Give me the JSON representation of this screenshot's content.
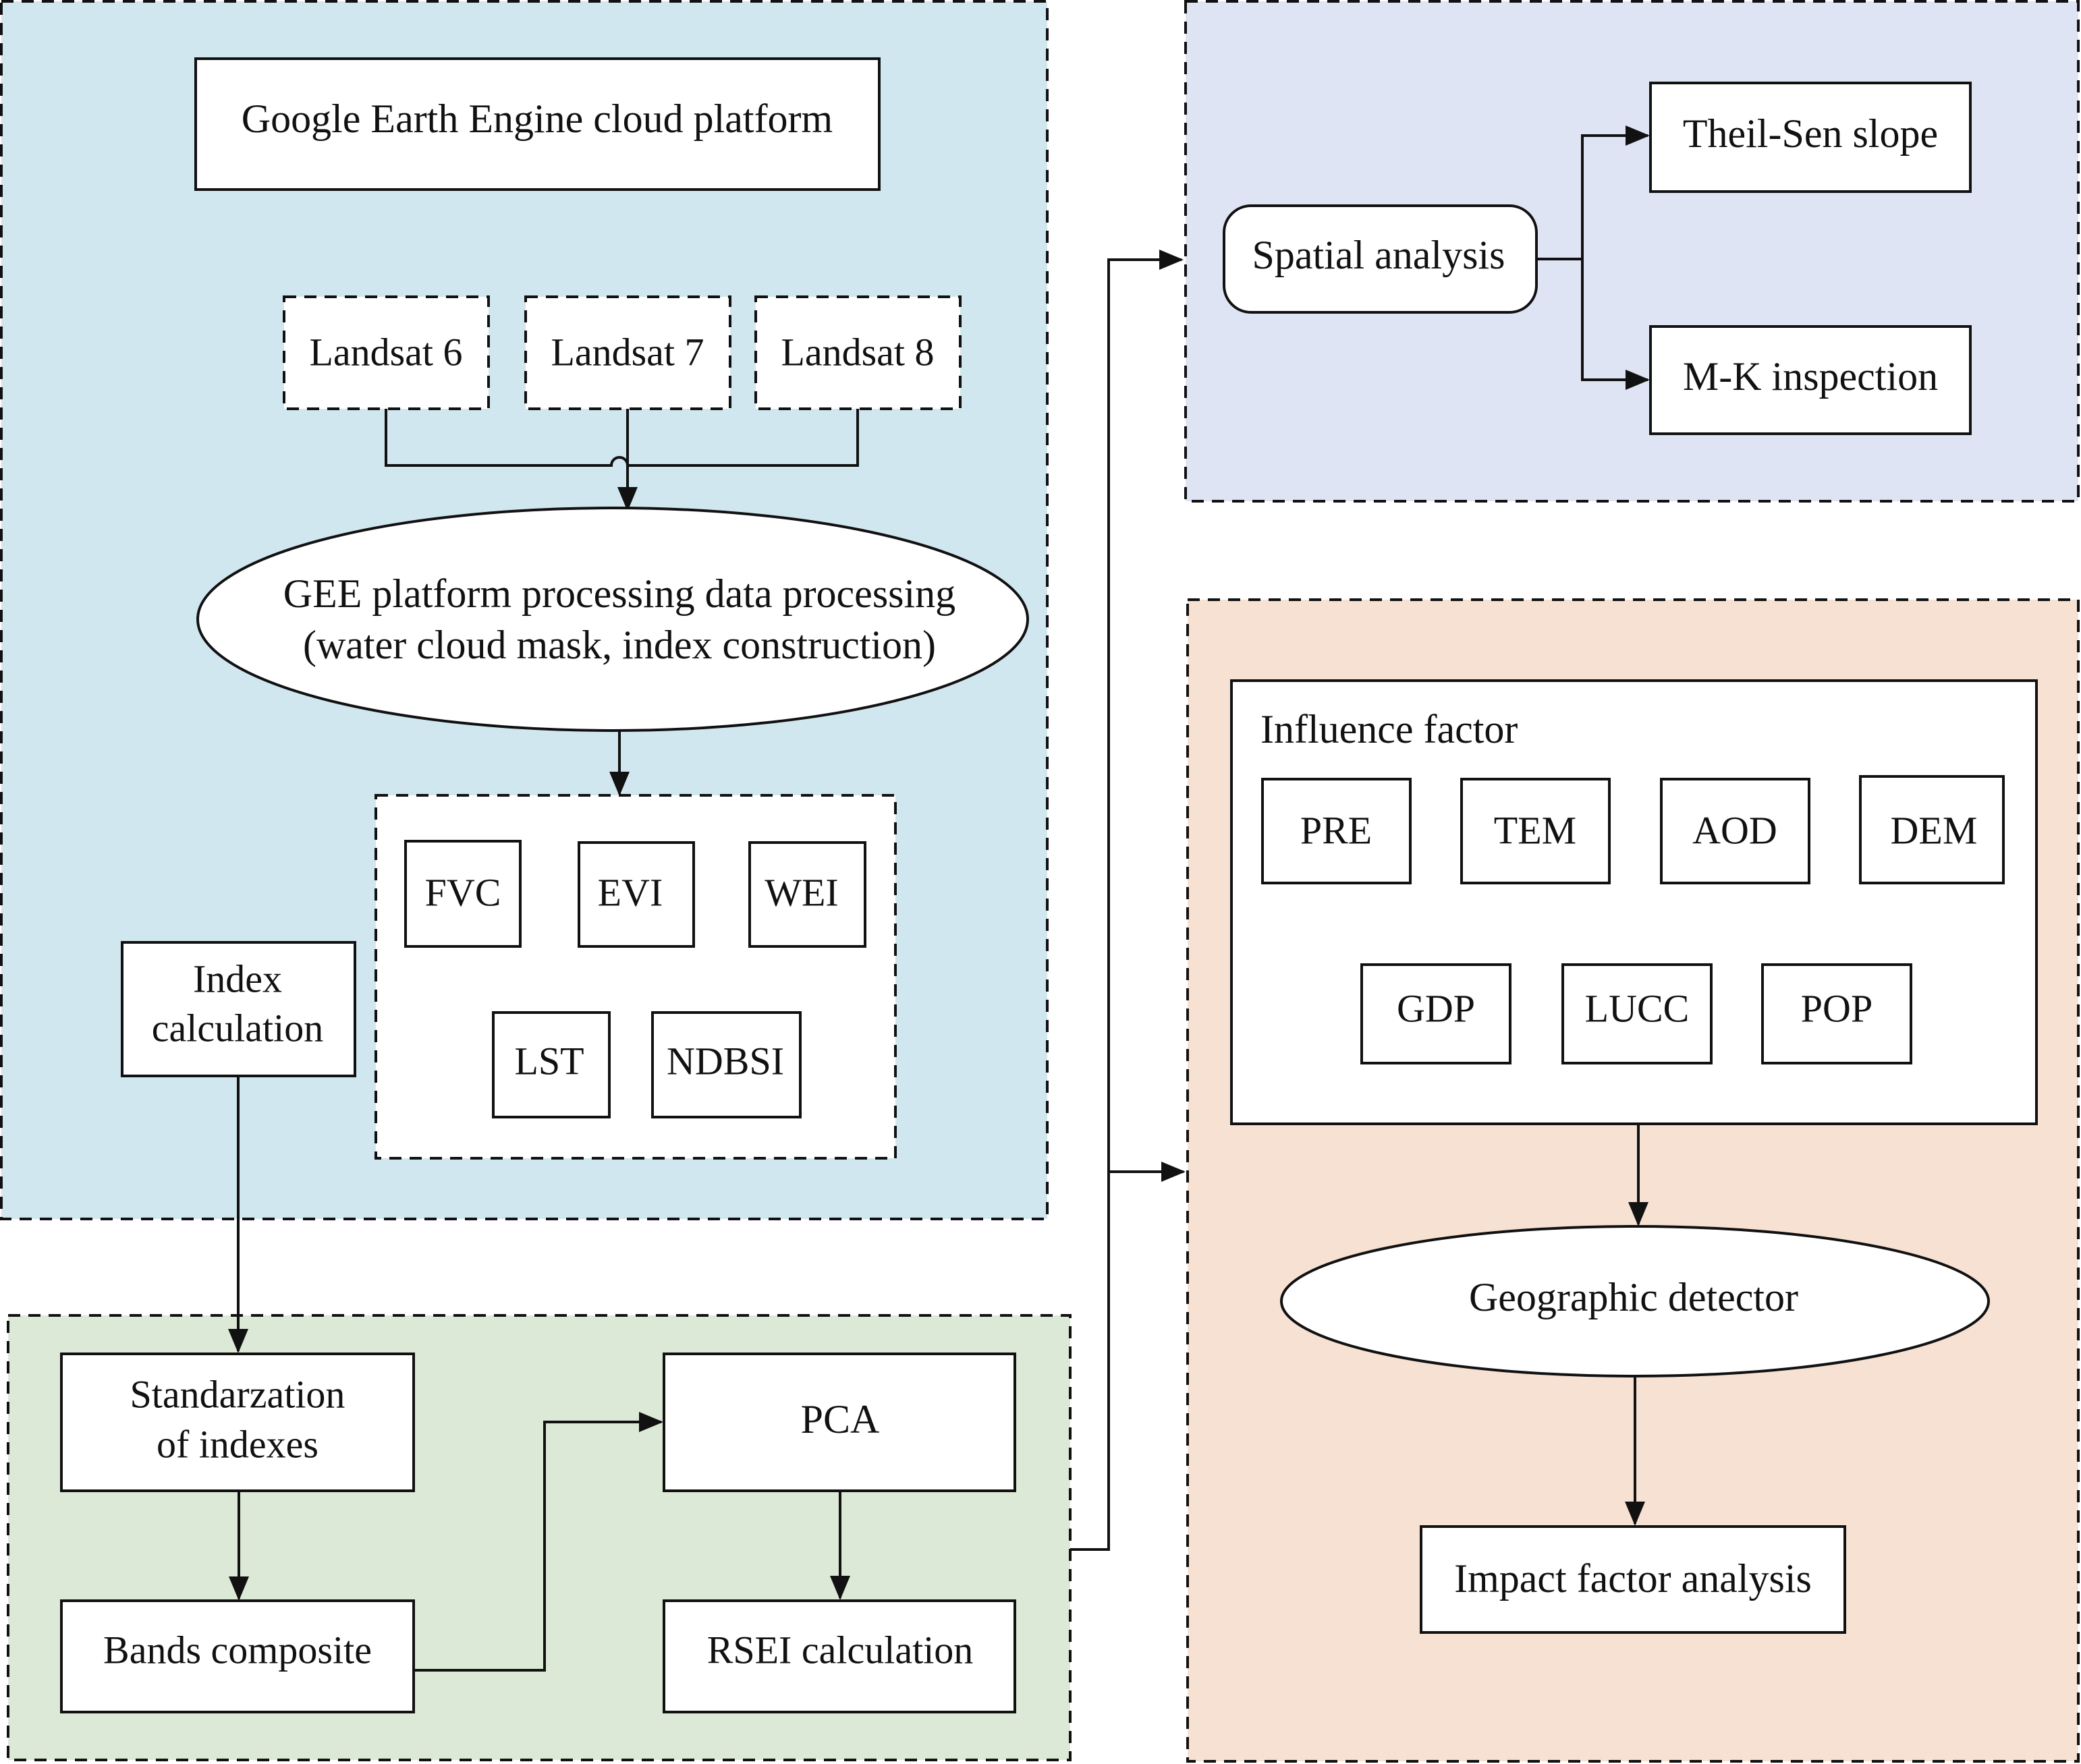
{
  "colors": {
    "gee_panel": "#d1e7f0",
    "trend_panel": "#dfe4f4",
    "factor_panel": "#f7e1d3",
    "rsei_panel": "#dde9d7",
    "stroke": "#111111",
    "node_fill": "#ffffff"
  },
  "gee": {
    "platform": "Google Earth Engine cloud platform",
    "sensors": [
      "Landsat 6",
      "Landsat 7",
      "Landsat 8"
    ],
    "processing_line1": "GEE platform processing data processing",
    "processing_line2": "(water cloud mask, index construction)",
    "indices": [
      "FVC",
      "EVI",
      "WEI",
      "LST",
      "NDBSI"
    ],
    "index_calc_line1": "Index",
    "index_calc_line2": "calculation"
  },
  "rsei": {
    "standardization_line1": "Standarzation",
    "standardization_line2": "of indexes",
    "bands": "Bands composite",
    "pca": "PCA",
    "rsei_calc": "RSEI calculation"
  },
  "trend": {
    "spatial": "Spatial analysis",
    "theil": "Theil-Sen slope",
    "mk": "M-K inspection"
  },
  "factors": {
    "title": "Influence factor",
    "items": [
      "PRE",
      "TEM",
      "AOD",
      "DEM",
      "GDP",
      "LUCC",
      "POP"
    ],
    "detector": "Geographic detector",
    "impact": "Impact factor analysis"
  }
}
